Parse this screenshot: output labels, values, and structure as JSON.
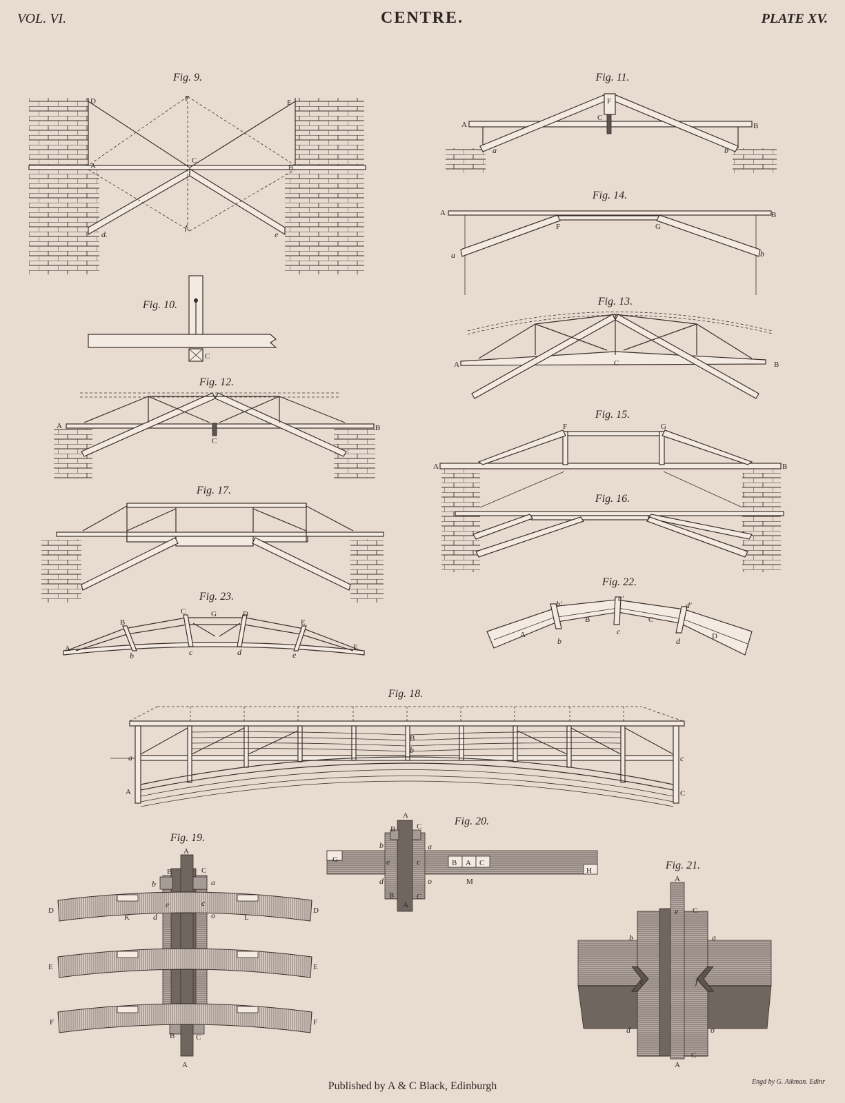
{
  "header": {
    "volume": "VOL. VI.",
    "title": "CENTRE.",
    "plate": "PLATE XV."
  },
  "figures": {
    "fig9": {
      "caption": "Fig. 9.",
      "labels": {
        "D": "D",
        "F": "F",
        "E": "E",
        "A": "A",
        "C": "C",
        "B": "B",
        "d": "d.",
        "f": "f",
        "e": "e"
      }
    },
    "fig10": {
      "caption": "Fig. 10.",
      "labels": {
        "C": "C"
      }
    },
    "fig11": {
      "caption": "Fig. 11.",
      "labels": {
        "F": "F",
        "C": "C",
        "A": "A",
        "B": "B",
        "a": "a",
        "b": "b"
      }
    },
    "fig12": {
      "caption": "Fig. 12.",
      "labels": {
        "A": "A",
        "B": "B",
        "C": "C"
      }
    },
    "fig13": {
      "caption": "Fig. 13.",
      "labels": {
        "A": "A",
        "B": "B",
        "C": "C"
      }
    },
    "fig14": {
      "caption": "Fig. 14.",
      "labels": {
        "A": "A",
        "B": "B",
        "F": "F",
        "G": "G",
        "a": "a",
        "b": "b"
      }
    },
    "fig15": {
      "caption": "Fig. 15.",
      "labels": {
        "F": "F",
        "G": "G",
        "A": "A",
        "B": "B"
      }
    },
    "fig16": {
      "caption": "Fig. 16."
    },
    "fig17": {
      "caption": "Fig. 17."
    },
    "fig18": {
      "caption": "Fig. 18.",
      "labels": {
        "a": "a",
        "A": "A",
        "B": "B",
        "b": "b",
        "c": "c",
        "C": "C"
      }
    },
    "fig19": {
      "caption": "Fig. 19.",
      "labels": {
        "A": "A",
        "B": "B",
        "C": "C",
        "a": "a",
        "b": "b",
        "e": "e",
        "c": "c",
        "d": "d",
        "o": "o",
        "D": "D",
        "K": "K",
        "L": "L",
        "E": "E",
        "F": "F"
      }
    },
    "fig20": {
      "caption": "Fig. 20.",
      "labels": {
        "A": "A",
        "B": "B",
        "C": "C",
        "a": "a",
        "b": "b",
        "G": "G",
        "H": "H",
        "M": "M",
        "d": "d",
        "o": "o",
        "c": "c",
        "e": "e"
      }
    },
    "fig21": {
      "caption": "Fig. 21.",
      "labels": {
        "A": "A",
        "C": "C",
        "a": "a",
        "b": "b",
        "c": "c",
        "d": "d",
        "o": "o",
        "e": "e",
        "f": "f"
      }
    },
    "fig22": {
      "caption": "Fig. 22.",
      "labels": {
        "A": "A",
        "B": "B",
        "C": "C",
        "D": "D",
        "b": "b",
        "c": "c",
        "d": "d",
        "b1": "b'",
        "c1": "c'",
        "d1": "d'"
      }
    },
    "fig23": {
      "caption": "Fig. 23.",
      "labels": {
        "A": "A",
        "B": "B",
        "C": "C",
        "G": "G",
        "D": "D",
        "E": "E",
        "F": "F",
        "b": "b",
        "c": "c",
        "d": "d",
        "e": "e"
      }
    }
  },
  "footer": {
    "publisher": "Published by A & C Black, Edinburgh",
    "engraver": "Engd by G. Aikman. Edinr"
  }
}
